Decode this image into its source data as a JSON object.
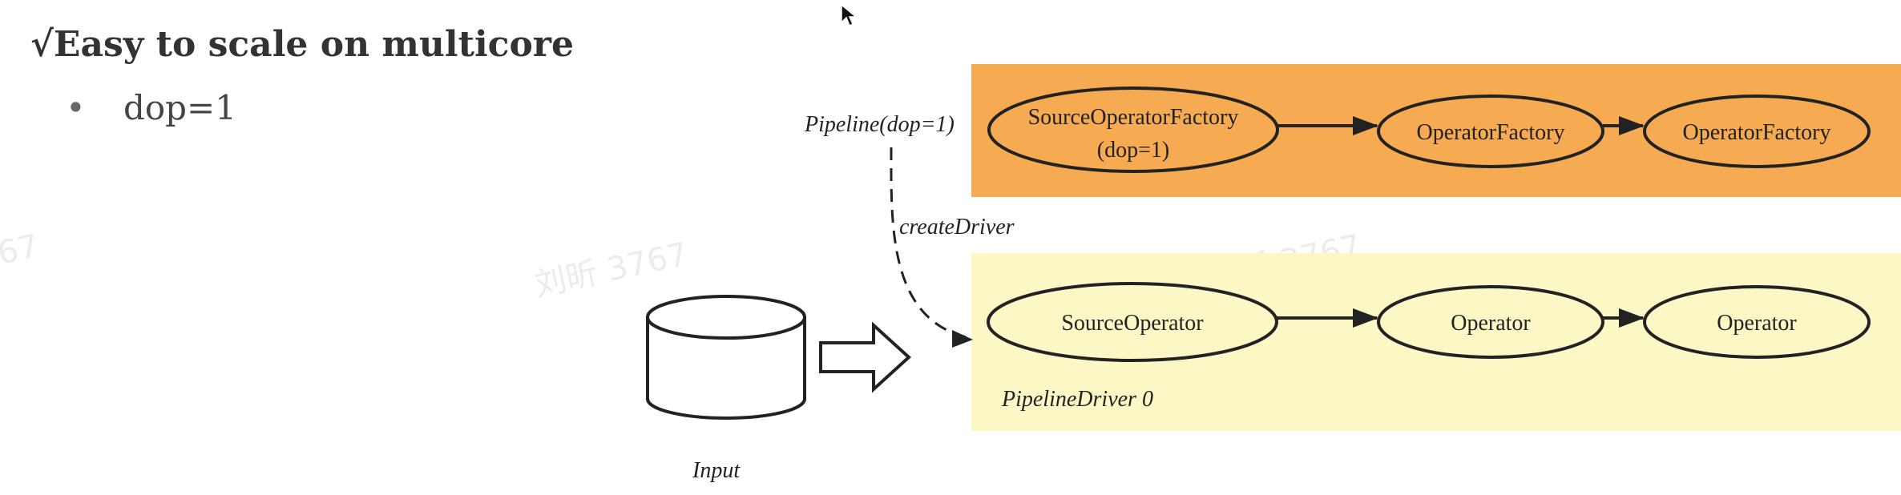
{
  "heading": {
    "check": "√",
    "text": "Easy to scale on multicore"
  },
  "bullet": {
    "symbol": "•",
    "text": "dop=1"
  },
  "diagram": {
    "pipeline_label": "Pipeline(dop=1)",
    "create_driver_label": "createDriver",
    "driver_label": "PipelineDriver 0",
    "input_label": "Input",
    "factories": {
      "source_line1": "SourceOperatorFactory",
      "source_line2": "(dop=1)",
      "op1": "OperatorFactory",
      "op2": "OperatorFactory"
    },
    "operators": {
      "source": "SourceOperator",
      "op1": "Operator",
      "op2": "Operator"
    },
    "colors": {
      "factory_band": "#F6AB52",
      "driver_band": "#FBF8C6",
      "stroke": "#222222"
    }
  },
  "watermark": {
    "text": "刘昕 3767"
  }
}
